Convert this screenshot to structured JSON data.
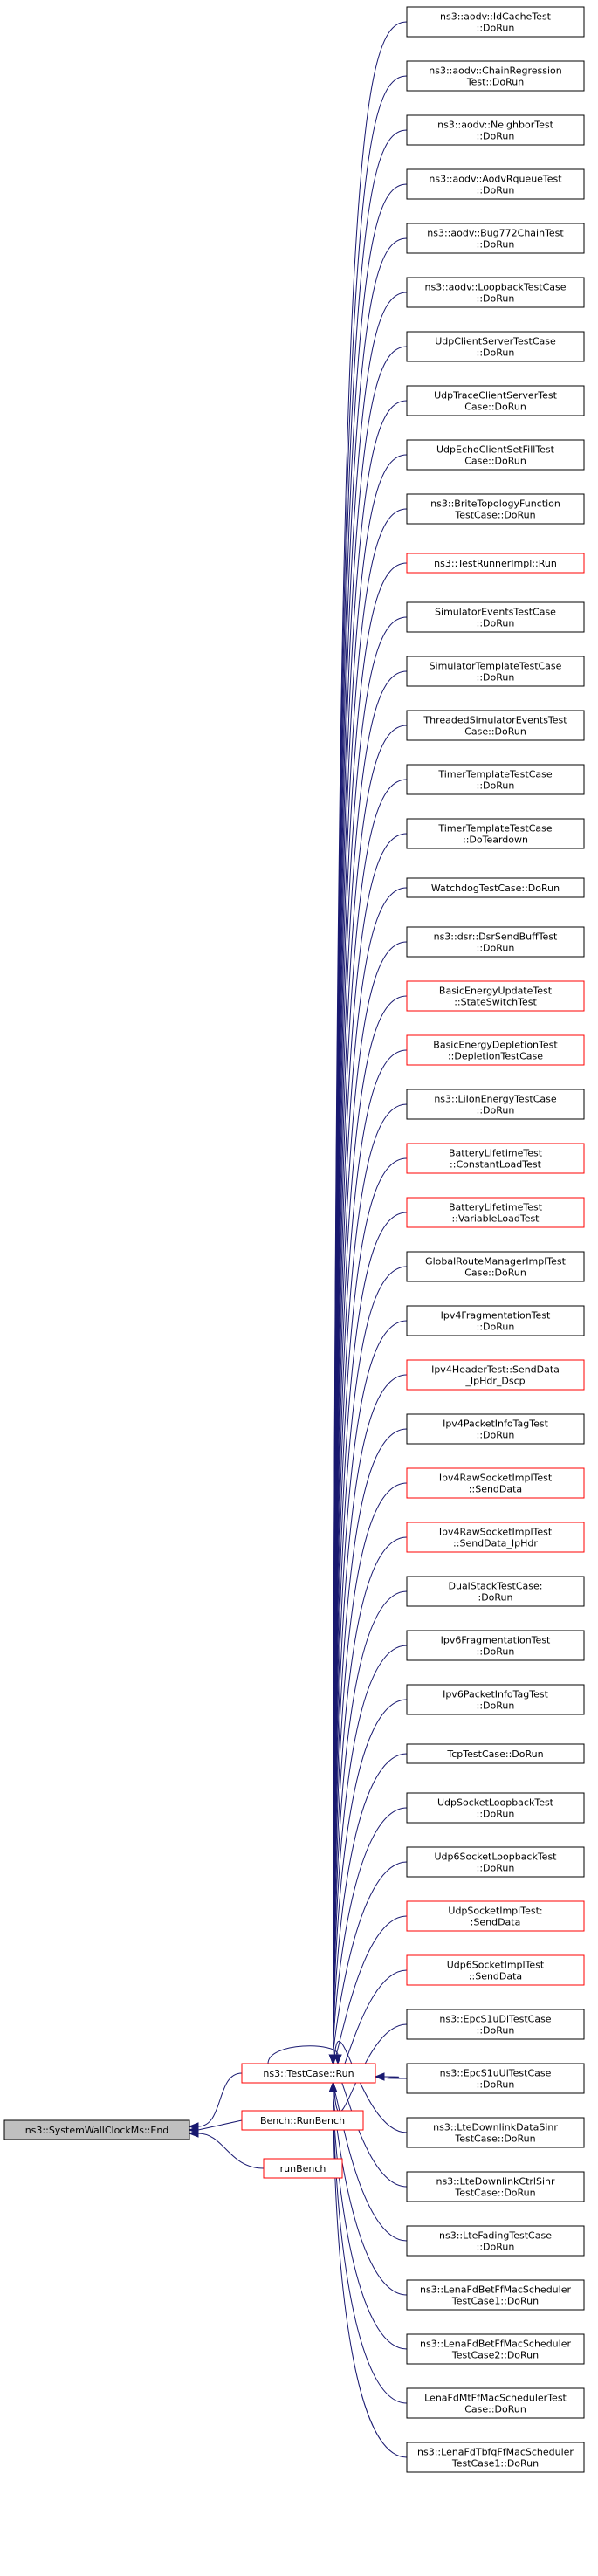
{
  "diagram": {
    "root": {
      "id": "root",
      "lines": [
        "ns3::SystemWallClockMs::End"
      ],
      "style": "root"
    },
    "mid": [
      {
        "id": "run",
        "lines": [
          "ns3::TestCase::Run"
        ],
        "style": "red"
      },
      {
        "id": "bench",
        "lines": [
          "Bench::RunBench"
        ],
        "style": "red"
      },
      {
        "id": "runbench",
        "lines": [
          "runBench"
        ],
        "style": "red"
      }
    ],
    "leaves": [
      {
        "lines": [
          "ns3::aodv::IdCacheTest",
          "::DoRun"
        ],
        "style": "black"
      },
      {
        "lines": [
          "ns3::aodv::ChainRegression",
          "Test::DoRun"
        ],
        "style": "black"
      },
      {
        "lines": [
          "ns3::aodv::NeighborTest",
          "::DoRun"
        ],
        "style": "black"
      },
      {
        "lines": [
          "ns3::aodv::AodvRqueueTest",
          "::DoRun"
        ],
        "style": "black"
      },
      {
        "lines": [
          "ns3::aodv::Bug772ChainTest",
          "::DoRun"
        ],
        "style": "black"
      },
      {
        "lines": [
          "ns3::aodv::LoopbackTestCase",
          "::DoRun"
        ],
        "style": "black"
      },
      {
        "lines": [
          "UdpClientServerTestCase",
          "::DoRun"
        ],
        "style": "black"
      },
      {
        "lines": [
          "UdpTraceClientServerTest",
          "Case::DoRun"
        ],
        "style": "black"
      },
      {
        "lines": [
          "UdpEchoClientSetFillTest",
          "Case::DoRun"
        ],
        "style": "black"
      },
      {
        "lines": [
          "ns3::BriteTopologyFunction",
          "TestCase::DoRun"
        ],
        "style": "black"
      },
      {
        "lines": [
          "ns3::TestRunnerImpl::Run"
        ],
        "style": "red"
      },
      {
        "lines": [
          "SimulatorEventsTestCase",
          "::DoRun"
        ],
        "style": "black"
      },
      {
        "lines": [
          "SimulatorTemplateTestCase",
          "::DoRun"
        ],
        "style": "black"
      },
      {
        "lines": [
          "ThreadedSimulatorEventsTest",
          "Case::DoRun"
        ],
        "style": "black"
      },
      {
        "lines": [
          "TimerTemplateTestCase",
          "::DoRun"
        ],
        "style": "black"
      },
      {
        "lines": [
          "TimerTemplateTestCase",
          "::DoTeardown"
        ],
        "style": "black"
      },
      {
        "lines": [
          "WatchdogTestCase::DoRun"
        ],
        "style": "black"
      },
      {
        "lines": [
          "ns3::dsr::DsrSendBuffTest",
          "::DoRun"
        ],
        "style": "black"
      },
      {
        "lines": [
          "BasicEnergyUpdateTest",
          "::StateSwitchTest"
        ],
        "style": "red"
      },
      {
        "lines": [
          "BasicEnergyDepletionTest",
          "::DepletionTestCase"
        ],
        "style": "red"
      },
      {
        "lines": [
          "ns3::LiIonEnergyTestCase",
          "::DoRun"
        ],
        "style": "black"
      },
      {
        "lines": [
          "BatteryLifetimeTest",
          "::ConstantLoadTest"
        ],
        "style": "red"
      },
      {
        "lines": [
          "BatteryLifetimeTest",
          "::VariableLoadTest"
        ],
        "style": "red"
      },
      {
        "lines": [
          "GlobalRouteManagerImplTest",
          "Case::DoRun"
        ],
        "style": "black"
      },
      {
        "lines": [
          "Ipv4FragmentationTest",
          "::DoRun"
        ],
        "style": "black"
      },
      {
        "lines": [
          "Ipv4HeaderTest::SendData",
          "_IpHdr_Dscp"
        ],
        "style": "red"
      },
      {
        "lines": [
          "Ipv4PacketInfoTagTest",
          "::DoRun"
        ],
        "style": "black"
      },
      {
        "lines": [
          "Ipv4RawSocketImplTest",
          "::SendData"
        ],
        "style": "red"
      },
      {
        "lines": [
          "Ipv4RawSocketImplTest",
          "::SendData_IpHdr"
        ],
        "style": "red"
      },
      {
        "lines": [
          "DualStackTestCase:",
          ":DoRun"
        ],
        "style": "black"
      },
      {
        "lines": [
          "Ipv6FragmentationTest",
          "::DoRun"
        ],
        "style": "black"
      },
      {
        "lines": [
          "Ipv6PacketInfoTagTest",
          "::DoRun"
        ],
        "style": "black"
      },
      {
        "lines": [
          "TcpTestCase::DoRun"
        ],
        "style": "black"
      },
      {
        "lines": [
          "UdpSocketLoopbackTest",
          "::DoRun"
        ],
        "style": "black"
      },
      {
        "lines": [
          "Udp6SocketLoopbackTest",
          "::DoRun"
        ],
        "style": "black"
      },
      {
        "lines": [
          "UdpSocketImplTest:",
          ":SendData"
        ],
        "style": "red"
      },
      {
        "lines": [
          "Udp6SocketImplTest",
          "::SendData"
        ],
        "style": "red"
      },
      {
        "lines": [
          "ns3::EpcS1uDlTestCase",
          "::DoRun"
        ],
        "style": "black"
      },
      {
        "lines": [
          "ns3::EpcS1uUlTestCase",
          "::DoRun"
        ],
        "style": "black"
      },
      {
        "lines": [
          "ns3::LteDownlinkDataSinr",
          "TestCase::DoRun"
        ],
        "style": "black"
      },
      {
        "lines": [
          "ns3::LteDownlinkCtrlSinr",
          "TestCase::DoRun"
        ],
        "style": "black"
      },
      {
        "lines": [
          "ns3::LteFadingTestCase",
          "::DoRun"
        ],
        "style": "black"
      },
      {
        "lines": [
          "ns3::LenaFdBetFfMacScheduler",
          "TestCase1::DoRun"
        ],
        "style": "black"
      },
      {
        "lines": [
          "ns3::LenaFdBetFfMacScheduler",
          "TestCase2::DoRun"
        ],
        "style": "black"
      },
      {
        "lines": [
          "LenaFdMtFfMacSchedulerTest",
          "Case::DoRun"
        ],
        "style": "black"
      },
      {
        "lines": [
          "ns3::LenaFdTbfqFfMacScheduler",
          "TestCase1::DoRun"
        ],
        "style": "black"
      }
    ]
  }
}
